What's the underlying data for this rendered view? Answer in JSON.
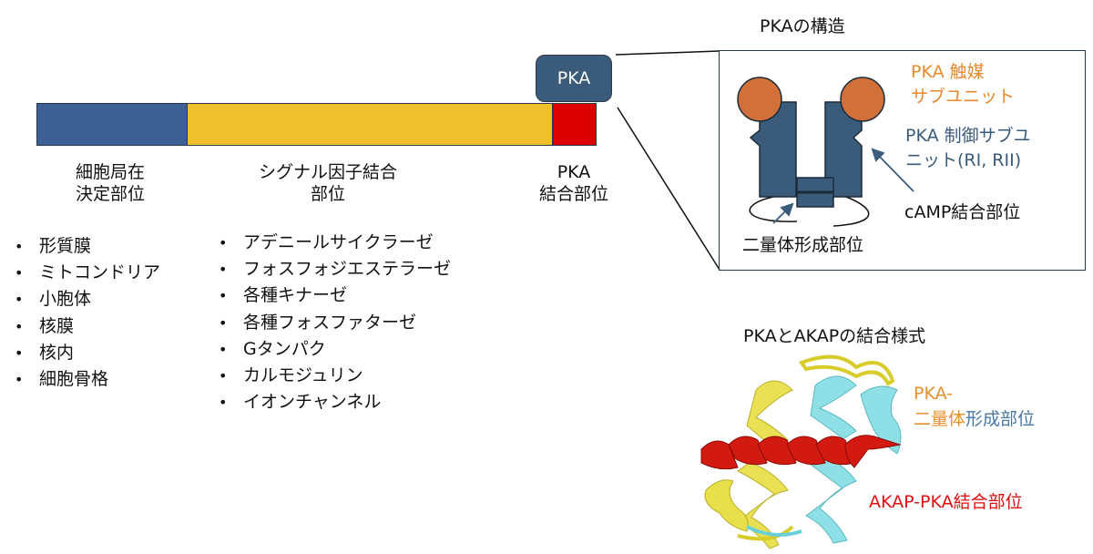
{
  "domain_bar": {
    "segments": [
      {
        "name": "localization",
        "color": "#3c5f94"
      },
      {
        "name": "signal-binding",
        "color": "#efbf2e"
      },
      {
        "name": "pka-binding",
        "color": "#dd0000"
      }
    ],
    "pka_badge": "PKA",
    "labels": {
      "localization": [
        "細胞局在",
        "決定部位"
      ],
      "signal_binding": [
        "シグナル因子結合",
        "部位"
      ],
      "pka_binding": [
        "PKA",
        "結合部位"
      ]
    }
  },
  "localization_list": [
    "形質膜",
    "ミトコンドリア",
    "小胞体",
    "核膜",
    "核内",
    "細胞骨格"
  ],
  "signal_list": [
    "アデニールサイクラーゼ",
    "フォスフォジエステラーゼ",
    "各種キナーゼ",
    "各種フォスファターゼ",
    "Gタンパク",
    "カルモジュリン",
    "イオンチャンネル"
  ],
  "pka_structure": {
    "title": "PKAの構造",
    "catalytic_label": [
      "PKA 触媒",
      "サブユニット"
    ],
    "regulatory_label": [
      "PKA 制御サブユ",
      "ニット(RI, RII)"
    ],
    "camp_label": "cAMP結合部位",
    "dimer_label": "二量体形成部位",
    "colors": {
      "catalytic": "#d2703a",
      "regulatory": "#3b5b7a",
      "catalytic_text": "#e8892b",
      "regulatory_text": "#3b5b7a"
    }
  },
  "akap_binding": {
    "title": "PKAとAKAPの結合様式",
    "dimer_label_line1": "PKA-",
    "dimer_label_orange": "二量体",
    "dimer_label_blue": "形成部位",
    "akap_label": "AKAP-PKA結合部位",
    "colors": {
      "yellow_helix": "#e8e04a",
      "cyan_helix": "#8ee0e6",
      "red_helix": "#d21a10",
      "orange_text": "#e8902b",
      "blue_text": "#4a78a8",
      "red_text": "#e01010"
    }
  }
}
